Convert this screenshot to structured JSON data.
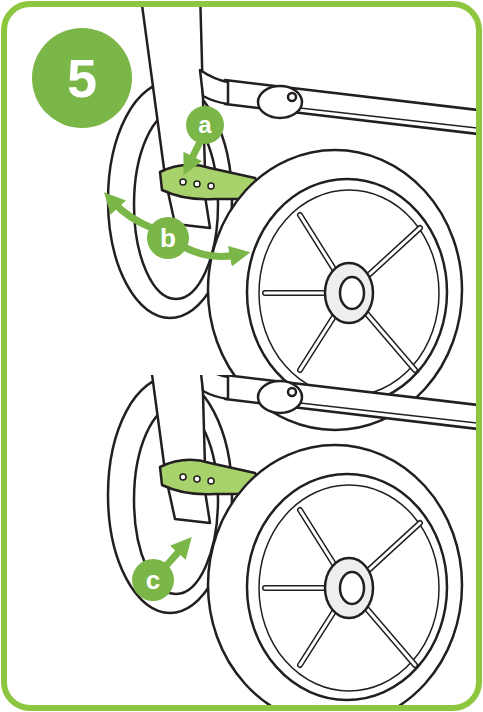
{
  "diagram": {
    "nodes": [
      {
        "text": [
          "5"
        ]
      },
      {
        "text": [
          "a"
        ]
      },
      {
        "text": [
          "b"
        ]
      },
      {
        "text": [
          "c"
        ]
      }
    ]
  }
}
